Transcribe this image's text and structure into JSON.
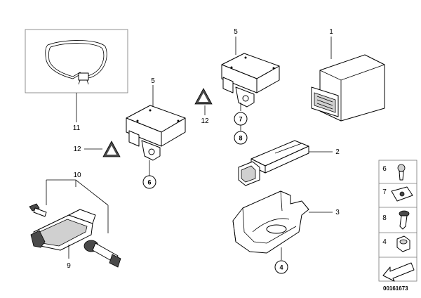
{
  "labels": {
    "p1": "1",
    "p2": "2",
    "p3": "3",
    "p5a": "5",
    "p5b": "5",
    "p9": "9",
    "p10": "10",
    "p11": "11",
    "p12a": "12",
    "p12b": "12",
    "c7": "7",
    "c8": "8",
    "c6": "6",
    "c4": "4"
  },
  "legend": {
    "items": [
      "6",
      "7",
      "8",
      "4"
    ]
  },
  "doc_id": "00161673"
}
